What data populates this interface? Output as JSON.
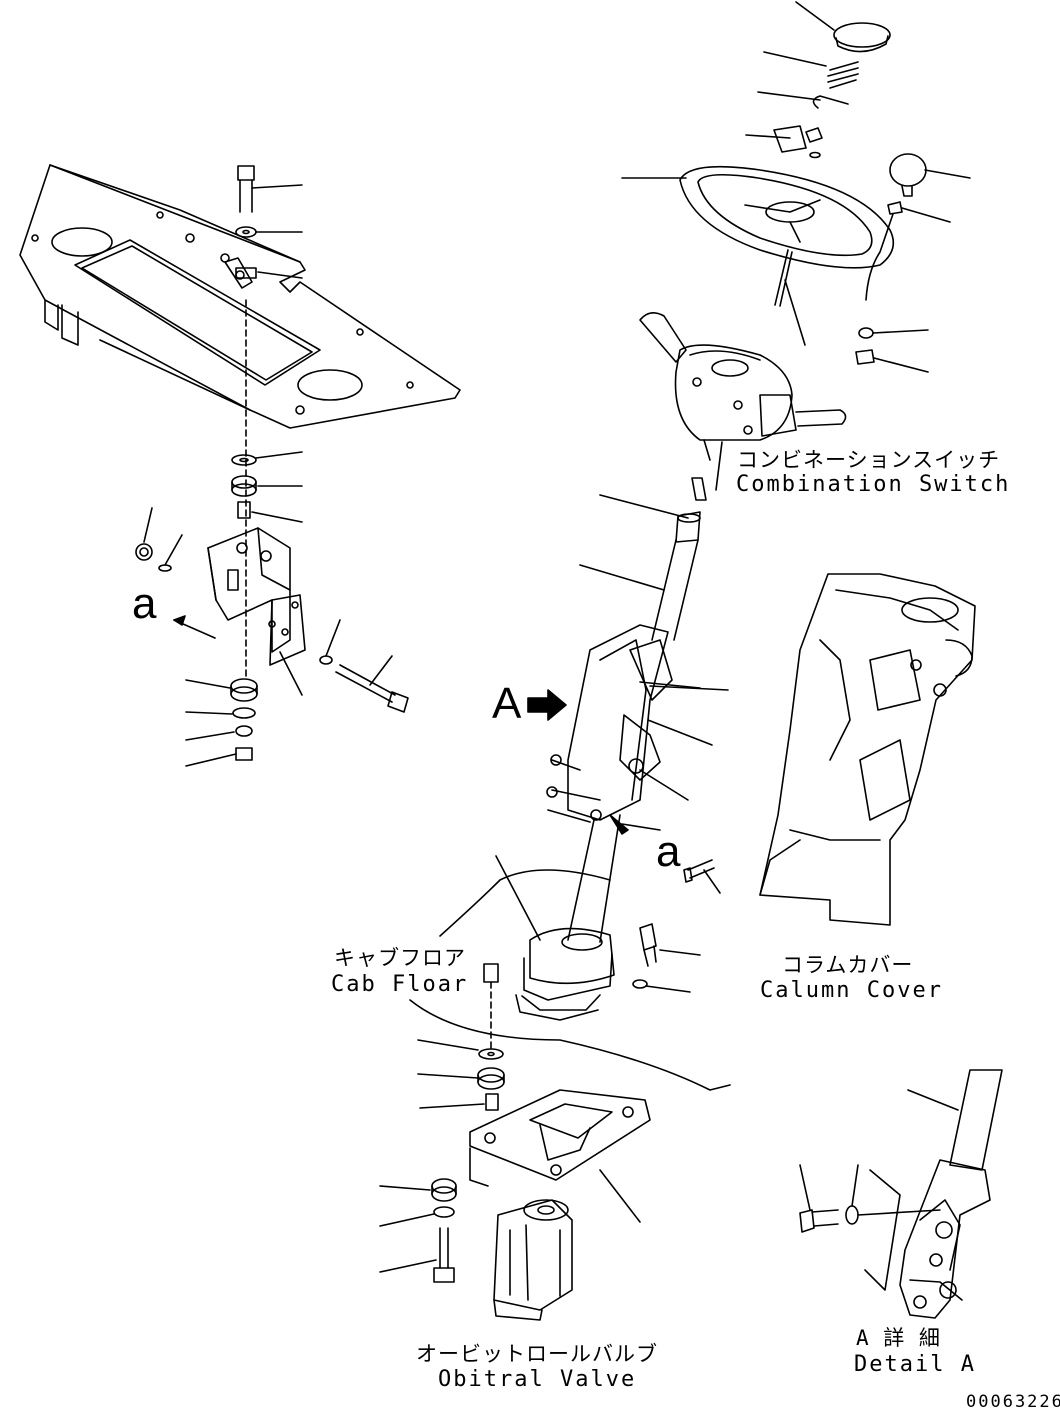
{
  "labels": {
    "combination_switch_jp": "コンビネーションスイッチ",
    "combination_switch_en": "Combination Switch",
    "column_cover_jp": "コラムカバー",
    "column_cover_en": "Calumn Cover",
    "cab_floor_jp": "キャブフロア",
    "cab_floor_en": "Cab Floar",
    "obitral_valve_jp": "オービットロールバルブ",
    "obitral_valve_en": "Obitral Valve",
    "detail_a_jp": "A 詳 細",
    "detail_a_en": "Detail A",
    "view_a": "A",
    "ref_a_left": "a",
    "ref_a_center": "a"
  },
  "figure_number": "00063226"
}
